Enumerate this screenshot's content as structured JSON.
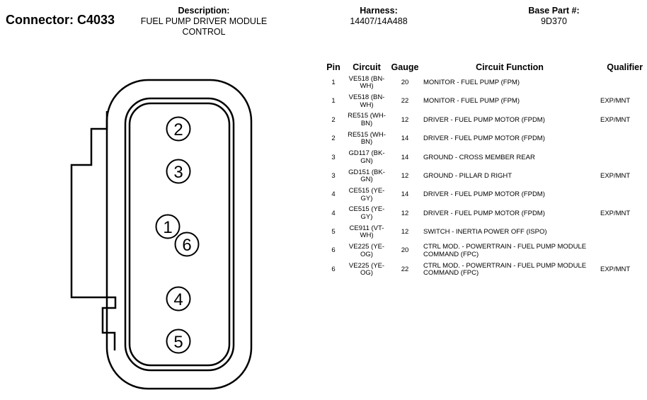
{
  "connector": {
    "label": "Connector: C4033"
  },
  "description": {
    "label": "Description:",
    "value": "FUEL PUMP DRIVER MODULE CONTROL"
  },
  "harness": {
    "label": "Harness:",
    "value": "14407/14A488"
  },
  "base_part": {
    "label": "Base Part #:",
    "value": "9D370"
  },
  "diagram": {
    "pin_labels": [
      "2",
      "3",
      "1",
      "6",
      "4",
      "5"
    ]
  },
  "table": {
    "headers": {
      "pin": "Pin",
      "circuit": "Circuit",
      "gauge": "Gauge",
      "function": "Circuit Function",
      "qualifier": "Qualifier"
    },
    "rows": [
      {
        "pin": "1",
        "circuit": "VE518 (BN-WH)",
        "gauge": "20",
        "function": "MONITOR - FUEL PUMP (FPM)",
        "qualifier": ""
      },
      {
        "pin": "1",
        "circuit": "VE518 (BN-WH)",
        "gauge": "22",
        "function": "MONITOR - FUEL PUMP (FPM)",
        "qualifier": "EXP/MNT"
      },
      {
        "pin": "2",
        "circuit": "RE515 (WH-BN)",
        "gauge": "12",
        "function": "DRIVER - FUEL PUMP MOTOR (FPDM)",
        "qualifier": "EXP/MNT"
      },
      {
        "pin": "2",
        "circuit": "RE515 (WH-BN)",
        "gauge": "14",
        "function": "DRIVER - FUEL PUMP MOTOR (FPDM)",
        "qualifier": ""
      },
      {
        "pin": "3",
        "circuit": "GD117 (BK-GN)",
        "gauge": "14",
        "function": "GROUND - CROSS MEMBER REAR",
        "qualifier": ""
      },
      {
        "pin": "3",
        "circuit": "GD151 (BK-GN)",
        "gauge": "12",
        "function": "GROUND - PILLAR D RIGHT",
        "qualifier": "EXP/MNT"
      },
      {
        "pin": "4",
        "circuit": "CE515 (YE-GY)",
        "gauge": "14",
        "function": "DRIVER - FUEL PUMP MOTOR (FPDM)",
        "qualifier": ""
      },
      {
        "pin": "4",
        "circuit": "CE515 (YE-GY)",
        "gauge": "12",
        "function": "DRIVER - FUEL PUMP MOTOR (FPDM)",
        "qualifier": "EXP/MNT"
      },
      {
        "pin": "5",
        "circuit": "CE911 (VT-WH)",
        "gauge": "12",
        "function": "SWITCH - INERTIA POWER OFF (ISPO)",
        "qualifier": ""
      },
      {
        "pin": "6",
        "circuit": "VE225 (YE-OG)",
        "gauge": "20",
        "function": "CTRL MOD. - POWERTRAIN - FUEL PUMP MODULE COMMAND (FPC)",
        "qualifier": ""
      },
      {
        "pin": "6",
        "circuit": "VE225 (YE-OG)",
        "gauge": "22",
        "function": "CTRL MOD. - POWERTRAIN - FUEL PUMP MODULE COMMAND (FPC)",
        "qualifier": "EXP/MNT"
      }
    ]
  }
}
